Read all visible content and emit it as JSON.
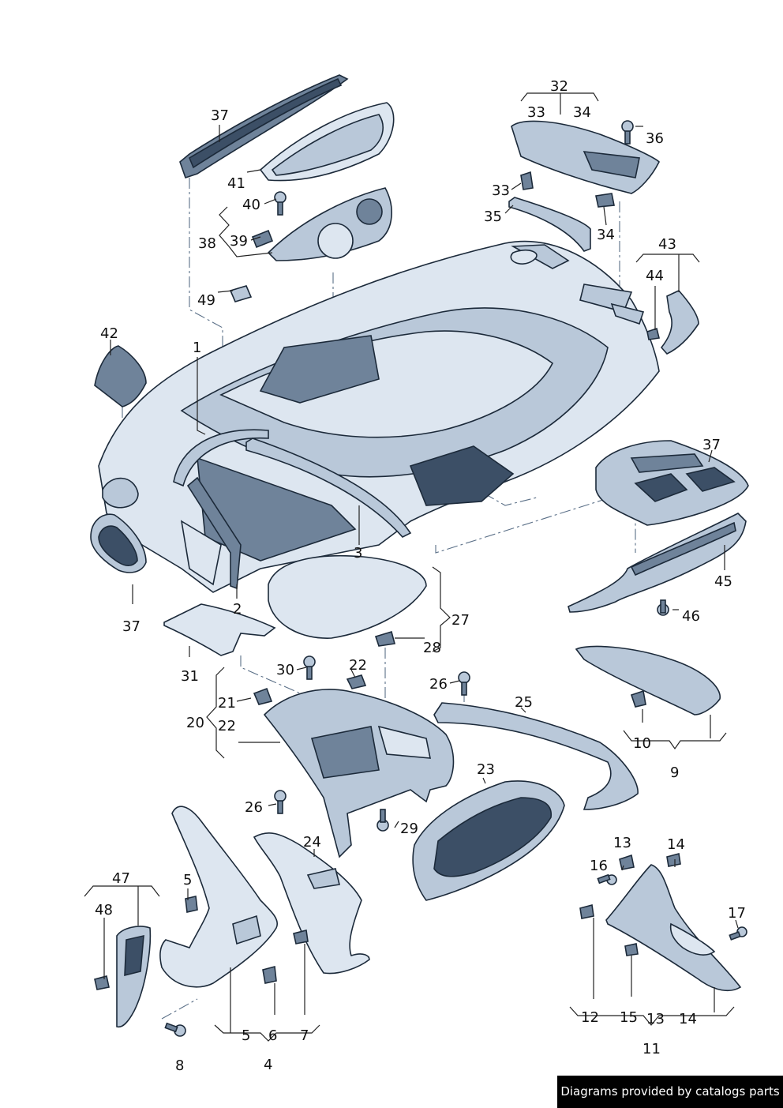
{
  "credit": "Diagrams provided by catalogs parts",
  "callouts": {
    "c1": "1",
    "c2": "2",
    "c3": "3",
    "c4": "4",
    "c5a": "5",
    "c5b": "5",
    "c6": "6",
    "c7": "7",
    "c8": "8",
    "c9": "9",
    "c10": "10",
    "c11": "11",
    "c12": "12",
    "c13a": "13",
    "c13b": "13",
    "c14a": "14",
    "c14b": "14",
    "c15": "15",
    "c16": "16",
    "c17": "17",
    "c20": "20",
    "c21": "21",
    "c22a": "22",
    "c22b": "22",
    "c23": "23",
    "c24": "24",
    "c25": "25",
    "c26a": "26",
    "c26b": "26",
    "c27": "27",
    "c28": "28",
    "c29": "29",
    "c30": "30",
    "c31": "31",
    "c32": "32",
    "c33a": "33",
    "c33b": "33",
    "c34a": "34",
    "c34b": "34",
    "c35": "35",
    "c36": "36",
    "c37a": "37",
    "c37b": "37",
    "c37c": "37",
    "c38": "38",
    "c39": "39",
    "c40": "40",
    "c41": "41",
    "c42": "42",
    "c43": "43",
    "c44": "44",
    "c45": "45",
    "c46": "46",
    "c47": "47",
    "c48": "48",
    "c49": "49"
  }
}
